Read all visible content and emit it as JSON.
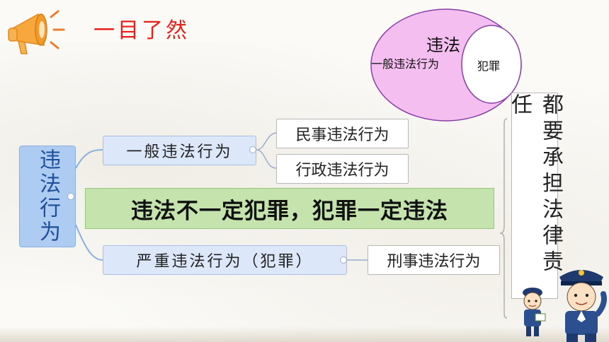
{
  "header": {
    "title": "一目了然"
  },
  "venn": {
    "outer_label": "违法",
    "outer_sub_label": "一般违法行为",
    "inner_label": "犯罪",
    "outer_fill": "#f4bff0",
    "outer_stroke": "#8a3fa8",
    "inner_fill": "#ffffff"
  },
  "diagram": {
    "root": "违法行为",
    "branch_general": "一般违法行为",
    "leaf_civil": "民事违法行为",
    "leaf_admin": "行政违法行为",
    "branch_serious": "严重违法行为（犯罪）",
    "leaf_criminal": "刑事违法行为",
    "banner": "违法不一定犯罪，犯罪一定违法",
    "responsibility": "都要承担法律责任"
  }
}
